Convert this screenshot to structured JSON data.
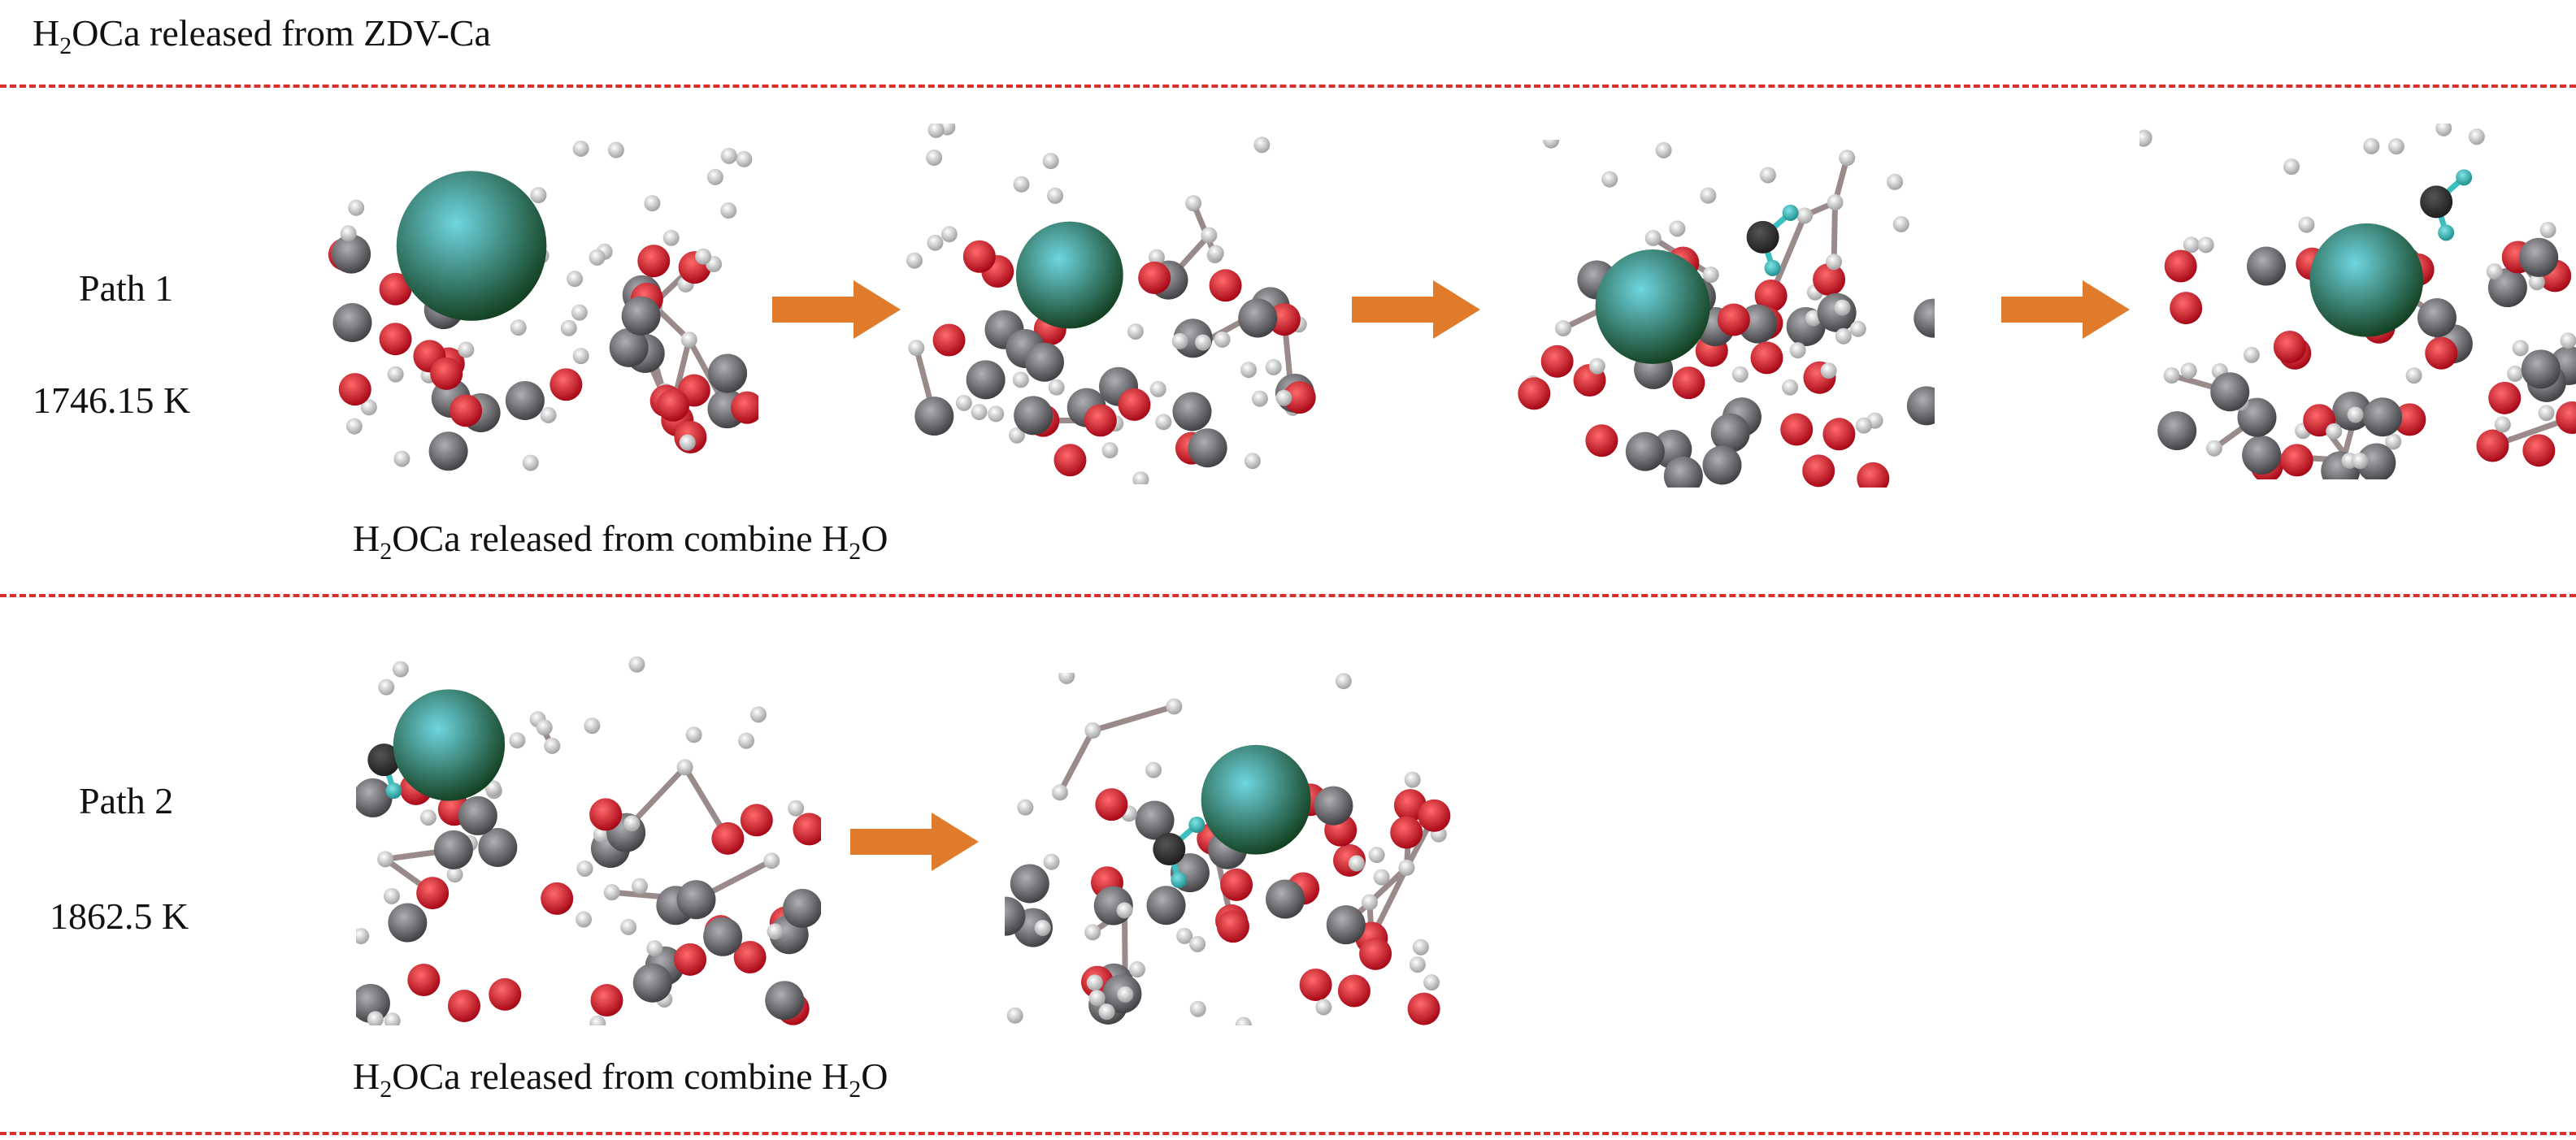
{
  "header": {
    "title_prefix": "H",
    "title_sub": "2",
    "title_suffix": "OCa released from ZDV-Ca"
  },
  "paths": [
    {
      "label": "Path 1",
      "temperature": "1746.15 K",
      "caption": {
        "prefix": "H",
        "sub1": "2",
        "middle": "OCa released from combine H",
        "sub2": "2",
        "suffix": "O"
      },
      "snapshots": 4
    },
    {
      "label": "Path 2",
      "temperature": "1862.5 K",
      "caption": {
        "prefix": "H",
        "sub1": "2",
        "middle": "OCa released from combine H",
        "sub2": "2",
        "suffix": "O"
      },
      "snapshots": 2
    }
  ],
  "colors": {
    "divider": "#d9302c",
    "arrow": "#e07b2c",
    "calcium": "#2f7a3a",
    "oxygen": "#e0202a",
    "carbon": "#6e6e72",
    "hydrogen": "#e8e8e8",
    "water_h": "#3bbfbf"
  }
}
